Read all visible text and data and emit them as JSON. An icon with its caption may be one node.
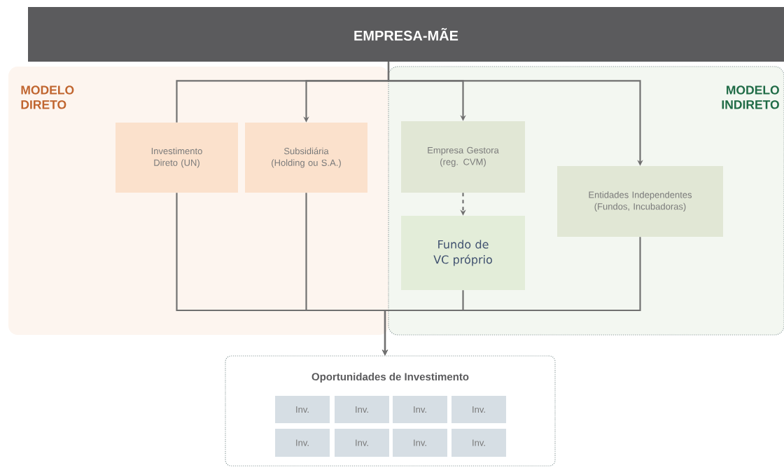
{
  "diagram": {
    "nodes": [
      {
        "text": [
          "EMPRESA-MÃE"
        ]
      },
      {
        "text": [
          "MODELO DIRETO"
        ]
      },
      {
        "text": [
          "MODELO INDIRETO"
        ]
      },
      {
        "text": [
          "Investimento Direto (UN)"
        ],
        "in": 1
      },
      {
        "text": [
          "Subsidiária (Holding ou S.A.)"
        ],
        "in": 1
      },
      {
        "text": [
          "Empresa Gestora (reg. CVM)"
        ],
        "in": 2
      },
      {
        "text": [
          "Fundo de VC próprio"
        ],
        "in": 2
      },
      {
        "text": [
          "Entidades Independentes (Fundos, Incubadoras)"
        ],
        "in": 2
      },
      {
        "text": [
          "Oportunidades de Investimento"
        ]
      },
      {
        "text": [
          "Inv."
        ],
        "in": 8
      },
      {
        "text": [
          "Inv."
        ],
        "in": 8
      },
      {
        "text": [
          "Inv."
        ],
        "in": 8
      },
      {
        "text": [
          "Inv."
        ],
        "in": 8
      },
      {
        "text": [
          "Inv."
        ],
        "in": 8
      },
      {
        "text": [
          "Inv."
        ],
        "in": 8
      },
      {
        "text": [
          "Inv."
        ],
        "in": 8
      },
      {
        "text": [
          "Inv."
        ],
        "in": 8
      }
    ],
    "edges": [
      {
        "from": 0,
        "to": 3,
        "arrow": "none"
      },
      {
        "from": 0,
        "to": 4,
        "arrow": "to"
      },
      {
        "from": 0,
        "to": 5,
        "arrow": "to"
      },
      {
        "from": 0,
        "to": 7,
        "arrow": "to"
      },
      {
        "from": 5,
        "to": 6,
        "arrow": "to",
        "style": "dashed"
      },
      {
        "from": 3,
        "to": 8,
        "arrow": "to"
      },
      {
        "from": 4,
        "to": 8,
        "arrow": "to"
      },
      {
        "from": 6,
        "to": 8,
        "arrow": "to"
      },
      {
        "from": 7,
        "to": 8,
        "arrow": "to"
      }
    ]
  }
}
